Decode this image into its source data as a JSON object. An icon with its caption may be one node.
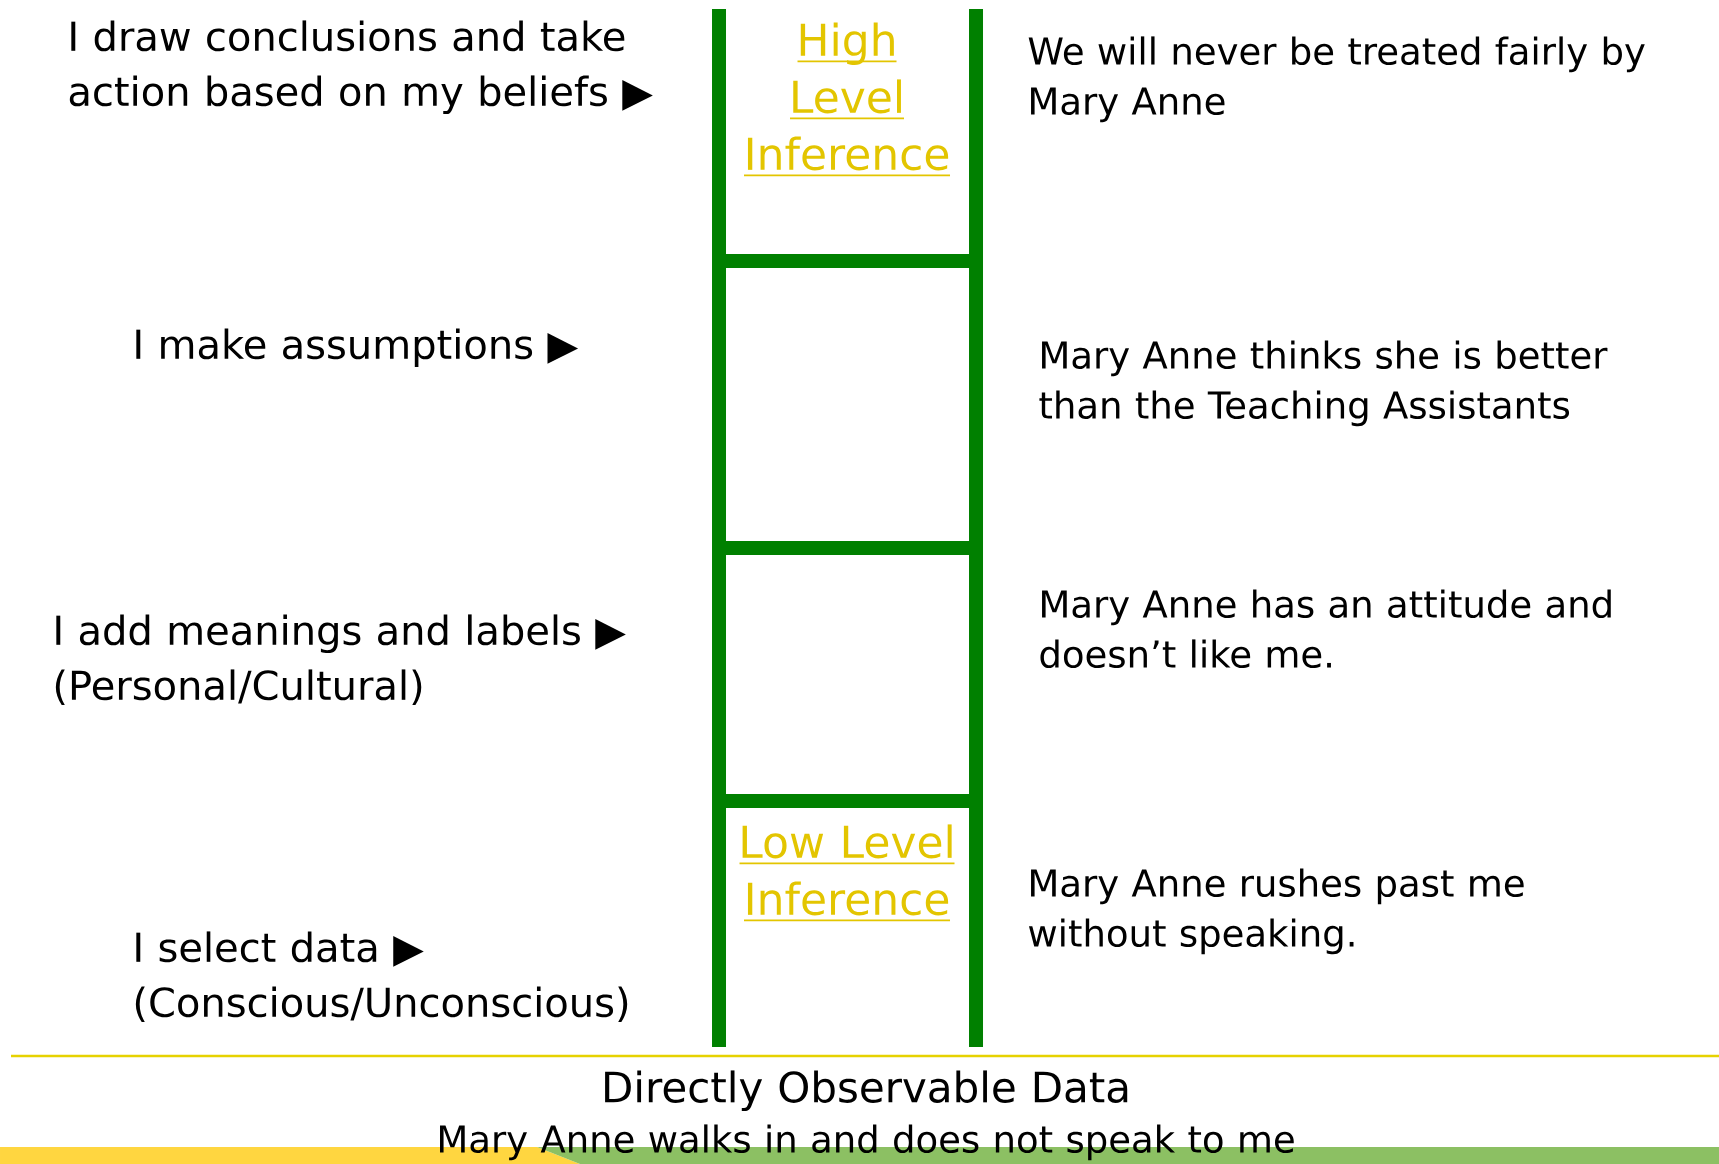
{
  "diagram": {
    "labels": [
      "I draw conclusions and take action based on my beliefs ▶",
      "High Level Inference",
      "We will never be treated fairly by Mary Anne",
      "I make assumptions ▶",
      "Mary Anne thinks she is better than the Teaching Assistants",
      "I add meanings and labels ▶ (Personal/Cultural)",
      "Mary Anne has an attitude and doesn’t like me.",
      "Low Level Inference",
      "Mary Anne rushes past me without speaking.",
      "I select data ▶ (Conscious/Unconscious)",
      "Directly Observable Data",
      "Mary Anne walks in and does not speak to me"
    ]
  }
}
